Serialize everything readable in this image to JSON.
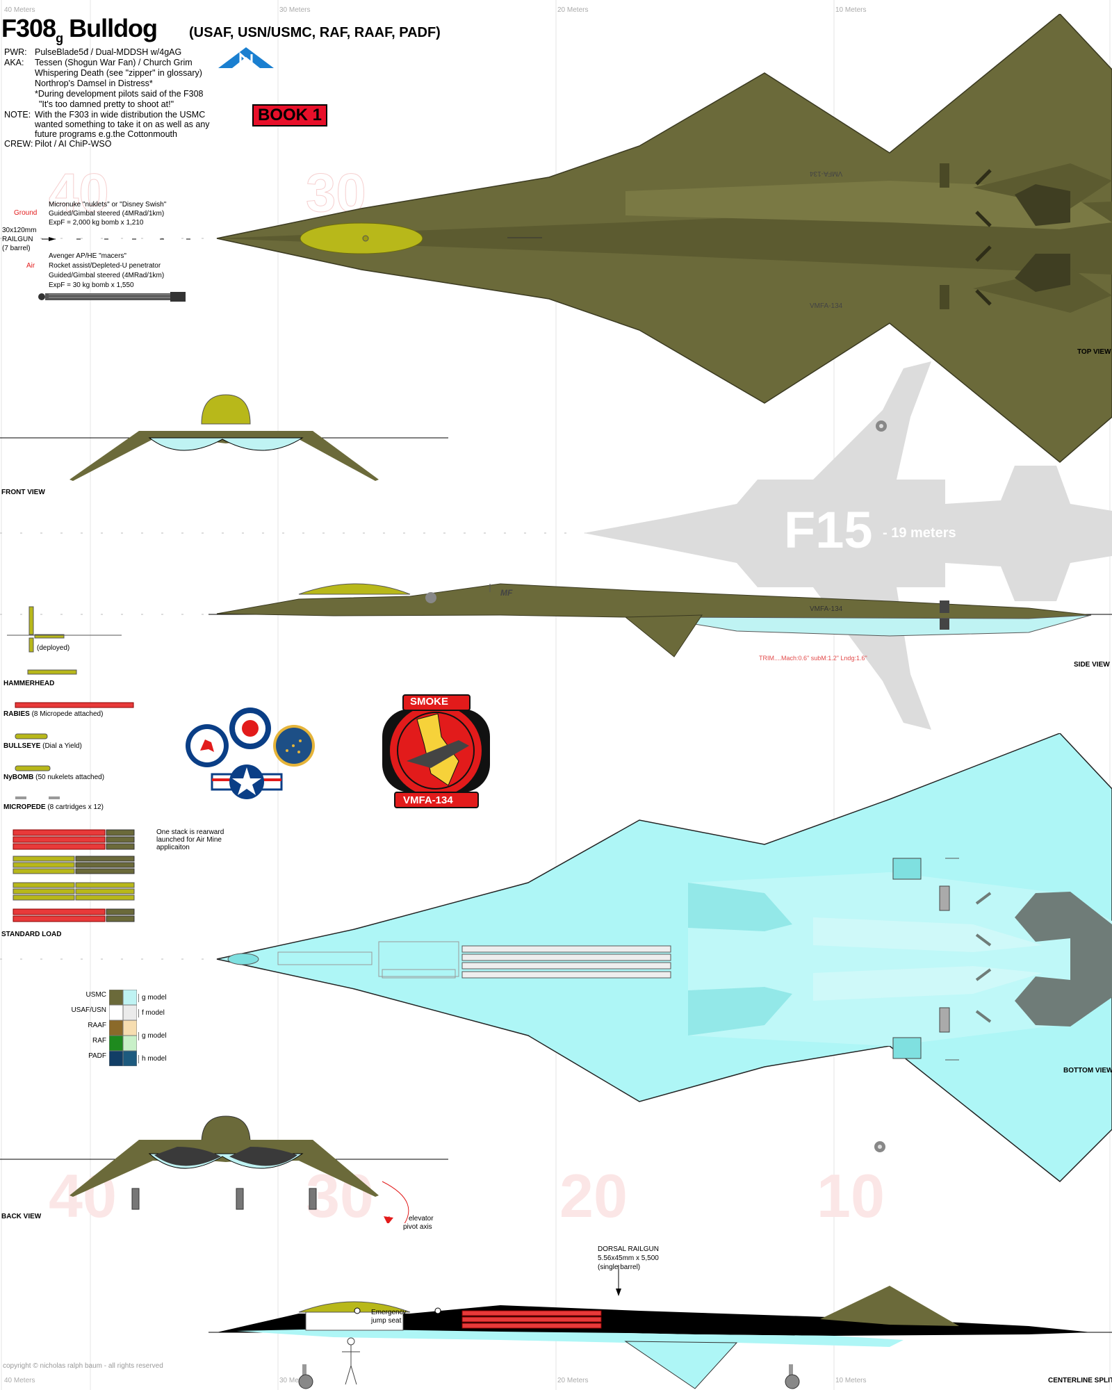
{
  "title": {
    "main": "F308",
    "subscript": "g",
    "name": "Bulldog",
    "services": "(USAF, USN/USMC, RAF, RAAF, PADF)"
  },
  "specs": [
    {
      "key": "PWR:",
      "text": "PulseBlade5đ / Dual-MDDSH w/4gAG"
    },
    {
      "key": "AKA:",
      "text": "Tessen (Shogun War Fan) / Church Grim"
    },
    {
      "key": "",
      "text": "Whispering Death (see \"zipper\" in glossary)"
    },
    {
      "key": "",
      "text": "Northrop's Damsel in Distress*"
    },
    {
      "key": "",
      "text": "*During development pilots said of the F308"
    },
    {
      "key": "",
      "text": "\"It's too damned pretty to shoot at!\""
    },
    {
      "key": "NOTE:",
      "text": "With the F303 in wide distribution the USMC"
    },
    {
      "key": "",
      "text": "wanted something to take it on as well as any"
    },
    {
      "key": "",
      "text": "future programs e.g.the Cottonmouth"
    },
    {
      "key": "CREW:",
      "text": "Pilot / AI ChiP-WSO"
    }
  ],
  "book_badge": "BOOK 1",
  "ruler": {
    "top": [
      "40 Meters",
      "30 Meters",
      "20 Meters",
      "10 Meters"
    ],
    "bottom": [
      "40 Meters",
      "30 Meters",
      "20 Meters",
      "10 Meters"
    ]
  },
  "scale_numbers": {
    "top": [
      "40",
      "30"
    ],
    "bottom": [
      "40",
      "30",
      "20",
      "10"
    ]
  },
  "railgun": {
    "ground_label": "Ground",
    "ground_lines": [
      "Micronuke \"nuklets\" or \"Disney Swish\"",
      "Guided/Gimbal steered (4MRad/1km)",
      "ExpF = 2,000 kg bomb x 1,210"
    ],
    "gun_lines": [
      "30x120mm",
      "RAILGUN",
      "(7 barrel)"
    ],
    "air_label": "Air",
    "air_lines": [
      "Avenger AP/HE \"macers\"",
      "Rocket assist/Depleted-U penetrator",
      "Guided/Gimbal steered (4MRad/1km)",
      "ExpF = 30 kg bomb x 1,550"
    ]
  },
  "views": {
    "top": "TOP VIEW",
    "front": "FRONT VIEW",
    "side": "SIDE VIEW",
    "bottom": "BOTTOM VIEW",
    "back": "BACK VIEW",
    "centerline": "CENTERLINE SPLIT"
  },
  "side_markings": {
    "unit": "VMFA-134",
    "code": "MF"
  },
  "top_markings": {
    "unit_a": "VMFA-134",
    "unit_b": "VMFA-134"
  },
  "f15": {
    "big": "F15",
    "small": "- 19 meters"
  },
  "trim": "TRIM....Mach:0.6\"  subM:1.2\"  Lndg:1.6\"",
  "weapons": [
    {
      "name": "HAMMERHEAD",
      "note": "(deployed)"
    },
    {
      "name": "RABIES",
      "note": "(8 Micropede attached)"
    },
    {
      "name": "BULLSEYE",
      "note": "(Dial a Yield)"
    },
    {
      "name": "NyBOMB",
      "note": "(50 nukelets attached)"
    },
    {
      "name": "MICROPEDE",
      "note": "(8 cartridges x 12)"
    }
  ],
  "standard_load": {
    "label": "STANDARD LOAD",
    "note_lines": [
      "One stack is rearward",
      "launched for Air Mine",
      "applicaiton"
    ]
  },
  "squadron_patch": {
    "top": "SMOKE",
    "bottom": "VMFA-134"
  },
  "color_legend": [
    {
      "service": "USMC",
      "primary": "#6b6a3a",
      "secondary": "#bff3f3",
      "model": "g model"
    },
    {
      "service": "USAF/USN",
      "primary": "#ffffff",
      "secondary": "#ebebeb",
      "model": "f model"
    },
    {
      "service": "RAAF",
      "primary": "#8b6a2a",
      "secondary": "#f6ddb0",
      "model": ""
    },
    {
      "service": "RAF",
      "primary": "#1e8a1e",
      "secondary": "#c8f0c8",
      "model": "g model"
    },
    {
      "service": "PADF",
      "primary": "#123e66",
      "secondary": "#1d5a7e",
      "model": "h model"
    }
  ],
  "back_view": {
    "elevator": [
      "elevator",
      "pivot axis"
    ]
  },
  "centerline": {
    "dorsal_lines": [
      "DORSAL RAILGUN",
      "5.56x45mm x 5,500",
      "(single barrel)"
    ],
    "seat_lines": [
      "Emergency",
      "jump seat"
    ]
  },
  "copyright": "copyright © nicholas ralph baum - all rights reserved",
  "colors": {
    "olive": "#6b6a3a",
    "olive_dark": "#4e4d2a",
    "yellow": "#b8b81a",
    "cyan": "#aef6f6",
    "cyan_dark": "#7fe0e0",
    "slate": "#6f7c78",
    "ghost": "#dcdcdc",
    "red": "#e21b1b"
  }
}
